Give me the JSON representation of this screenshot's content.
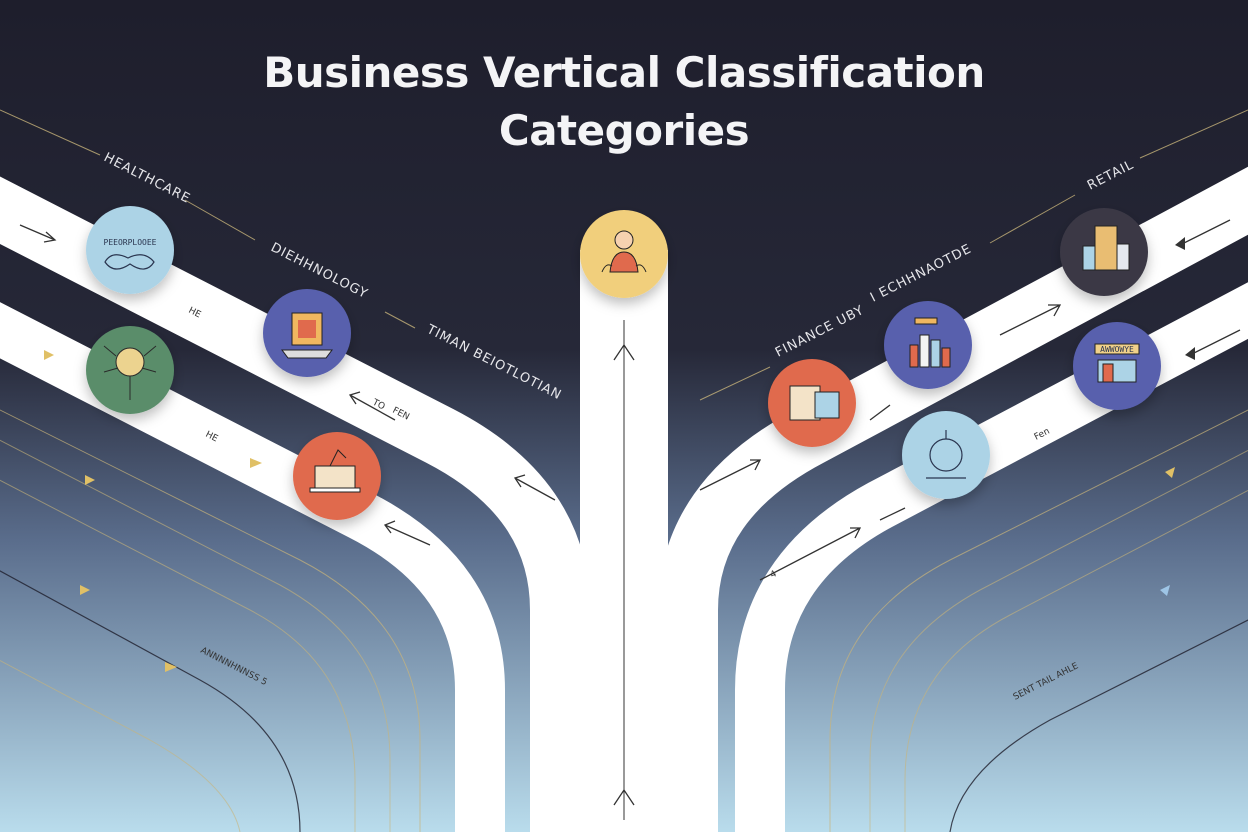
{
  "title": {
    "line1": "Business Vertical Classification",
    "line2": "Categories"
  },
  "labels": {
    "healthcare": "HEALTHCARE",
    "technology": "DIEHHNOLOGY",
    "transportation": "TIMAN BEIOTLOTIAN",
    "finance": "FINANCE UBY",
    "technology_right": "I ECHHNAOTDE",
    "retail": "RETAIL"
  },
  "circle_texts": {
    "healthcare_badge": "PEEORPLOOEE",
    "retail_sign": "AWWOWYE"
  },
  "road_texts": [
    "HE",
    "TO",
    "FEN",
    "HE",
    "Fen",
    "4",
    "ANNNNHNNSS 5",
    "SENT TAIL AHLE"
  ],
  "colors": {
    "bg_top": "#1e1e2c",
    "bg_bottom": "#b9dcec",
    "band": "#ffffff",
    "gold_line": "#c8b47a",
    "circle_light_blue": "#acd3e6",
    "circle_green": "#5a8d6a",
    "circle_indigo": "#5860ad",
    "circle_orange": "#e06a4e",
    "circle_yellow": "#f1cf7b",
    "circle_dark": "#3a3845"
  }
}
